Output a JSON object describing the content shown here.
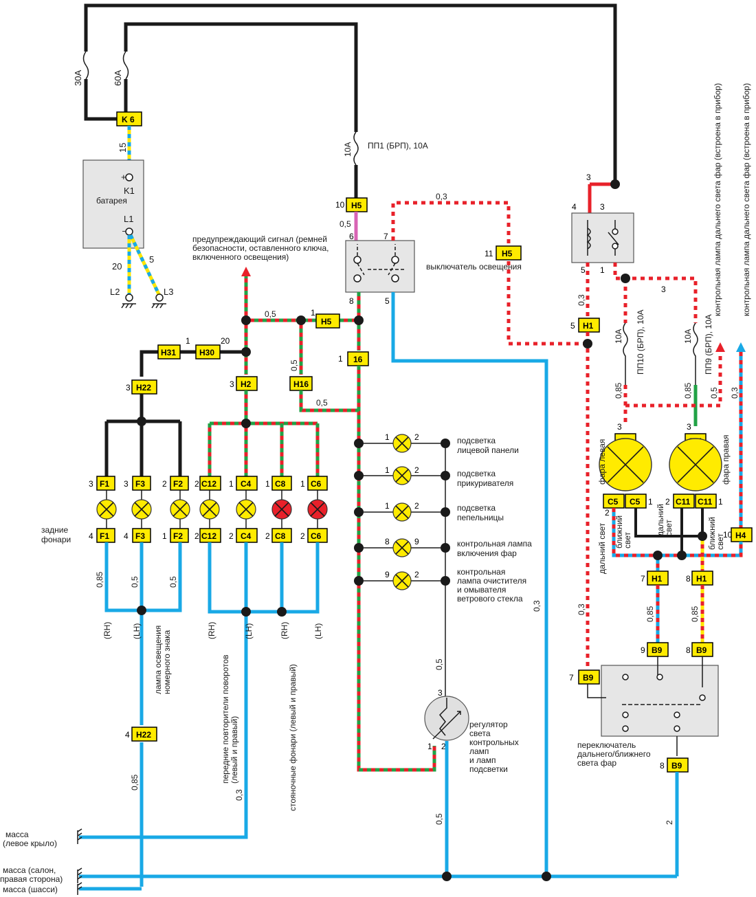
{
  "fuses": {
    "f30": "30A",
    "f60": "60A",
    "pp1_rating": "10A",
    "pp1_label": "ПП1 (БРП), 10А",
    "pp10_rating": "10A",
    "pp10_label": "ПП10 (БРП), 10А",
    "pp9_rating": "10A",
    "pp9_label": "ПП9 (БРП), 10А"
  },
  "battery": {
    "label": "батарея",
    "plus": "+",
    "minus": "–",
    "k1": "K1",
    "l1": "L1",
    "l2": "L2",
    "l3": "L3",
    "w15": "15",
    "w20": "20",
    "w5": "5"
  },
  "connectors": {
    "k6": "K 6",
    "h5": "H5",
    "h31": "H31",
    "h30": "H30",
    "h22": "H22",
    "h2": "H2",
    "h16": "H16",
    "c16": "16",
    "h1": "H1",
    "h4": "H4",
    "b9": "B9",
    "f1": "F1",
    "f3": "F3",
    "f2": "F2",
    "c12": "C12",
    "c4": "C4",
    "c8": "C8",
    "c6": "C6",
    "c5": "C5",
    "c11": "C11"
  },
  "wires": {
    "w03": "0,3",
    "w05": "0,5",
    "w085": "0,85",
    "w2": "2"
  },
  "texts": {
    "warning": "предупреждающий сигнал (ремней безопасности, оставленного ключа, включенного освещения)",
    "light_switch": "выключатель освещения",
    "tail_lamps": "задние фонари",
    "license_lamp": "лампа освещения номерного знака",
    "front_repeaters": "передние повторители поворотов (левый и правый)",
    "parking_lamps": "стояночные фонари (левый и правый)",
    "rh": "(RH)",
    "lh": "(LH)",
    "bl_face": [
      "подсветка",
      "лицевой панели"
    ],
    "bl_cig": [
      "подсветка",
      "прикуривателя"
    ],
    "bl_ash": [
      "подсветка",
      "пепельницы"
    ],
    "ctl_head": [
      "контрольная лампа",
      "включения фар"
    ],
    "ctl_wiper": [
      "контрольная",
      "лампа очистителя",
      "и омывателя",
      "ветрового стекла"
    ],
    "dimmer": [
      "регулятор",
      "света",
      "контрольных",
      "ламп",
      "и ламп",
      "подсветки"
    ],
    "beam_switch": [
      "переключатель",
      "дальнего/ближнего",
      "света фар"
    ],
    "headlamp_left": "фара левая",
    "headlamp_right": "фара правая",
    "high_beam": "дальний свет",
    "low_beam": "ближний свет",
    "ind1": "контрольная лампа дальнего света фар (встроена в прибор)",
    "ind2": "контрольная лампа дальнего света фар  (встроена в прибор)",
    "ground_left_wing": [
      "масса",
      "(левое крыло)"
    ],
    "ground_cabin": [
      "масса (салон,",
      "правая сторона)"
    ],
    "ground_chassis": "масса (шасси)"
  }
}
